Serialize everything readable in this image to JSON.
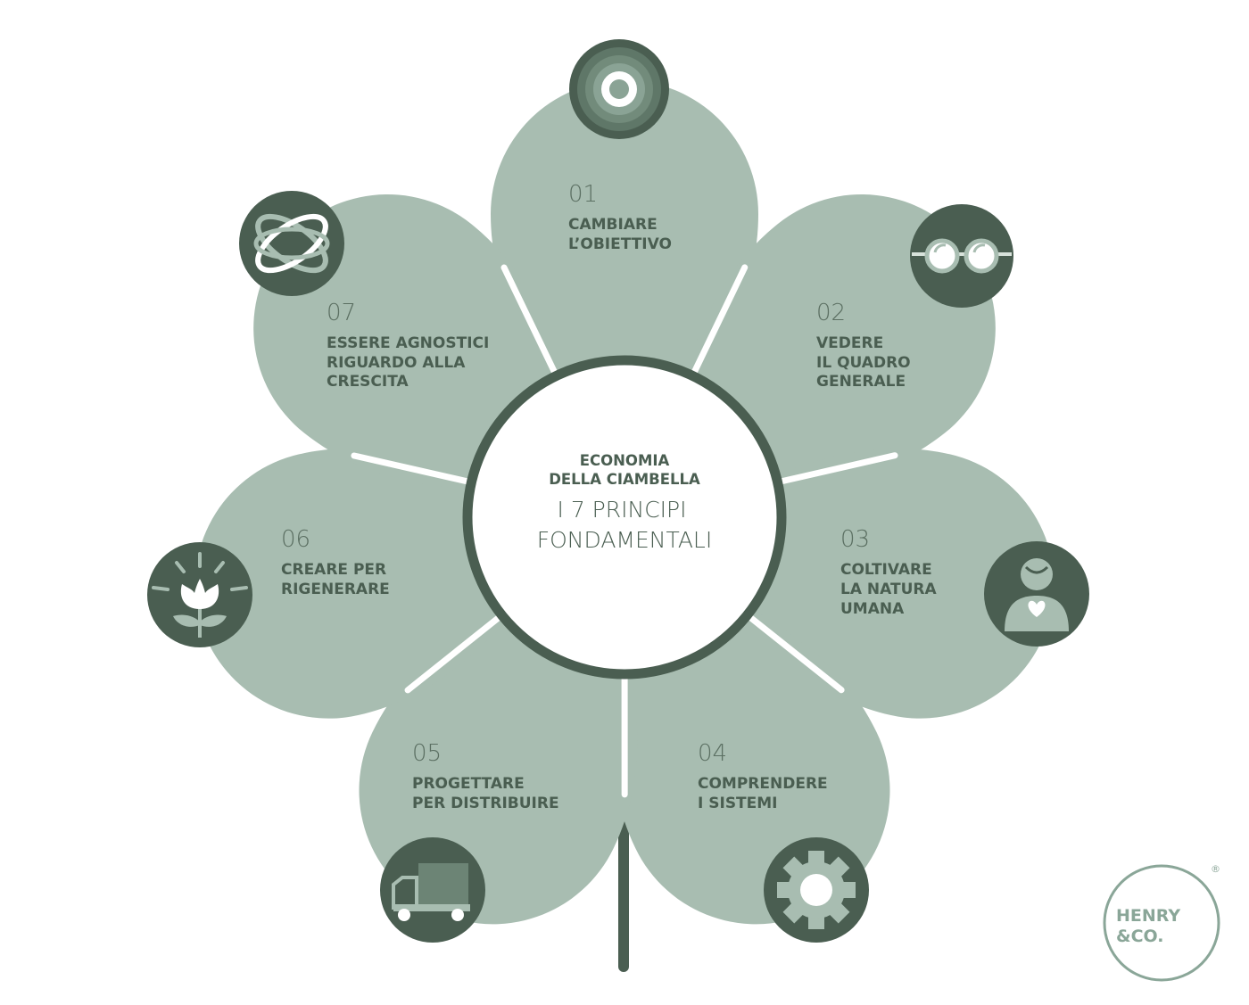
{
  "center": {
    "subtitle_line1": "ECONOMIA",
    "subtitle_line2": "DELLA CIAMBELLA",
    "title_line1": "I 7 PRINCIPI",
    "title_line2": "FONDAMENTALI"
  },
  "principles": [
    {
      "number": "01",
      "line1": "CAMBIARE",
      "line2": "L’OBIETTIVO",
      "line3": "",
      "icon": "concentric-target-icon"
    },
    {
      "number": "02",
      "line1": "VEDERE",
      "line2": "IL QUADRO",
      "line3": "GENERALE",
      "icon": "glasses-icon"
    },
    {
      "number": "03",
      "line1": "COLTIVARE",
      "line2": "LA NATURA",
      "line3": "UMANA",
      "icon": "person-heart-icon"
    },
    {
      "number": "04",
      "line1": "COMPRENDERE",
      "line2": "I SISTEMI",
      "line3": "",
      "icon": "gear-icon"
    },
    {
      "number": "05",
      "line1": "PROGETTARE",
      "line2": "PER DISTRIBUIRE",
      "line3": "",
      "icon": "truck-icon"
    },
    {
      "number": "06",
      "line1": "CREARE PER",
      "line2": "RIGENERARE",
      "line3": "",
      "icon": "sprouting-flower-icon"
    },
    {
      "number": "07",
      "line1": "ESSERE AGNOSTICI",
      "line2": "RIGUARDO ALLA",
      "line3": "CRESCITA",
      "icon": "orbits-icon"
    }
  ],
  "logo": {
    "line1": "HENRY",
    "line2": "&CO.",
    "mark": "®"
  },
  "colors": {
    "petal": "#a8bdb1",
    "dark": "#4a5e51",
    "ring": "#4a5e51",
    "background": "#ffffff"
  }
}
